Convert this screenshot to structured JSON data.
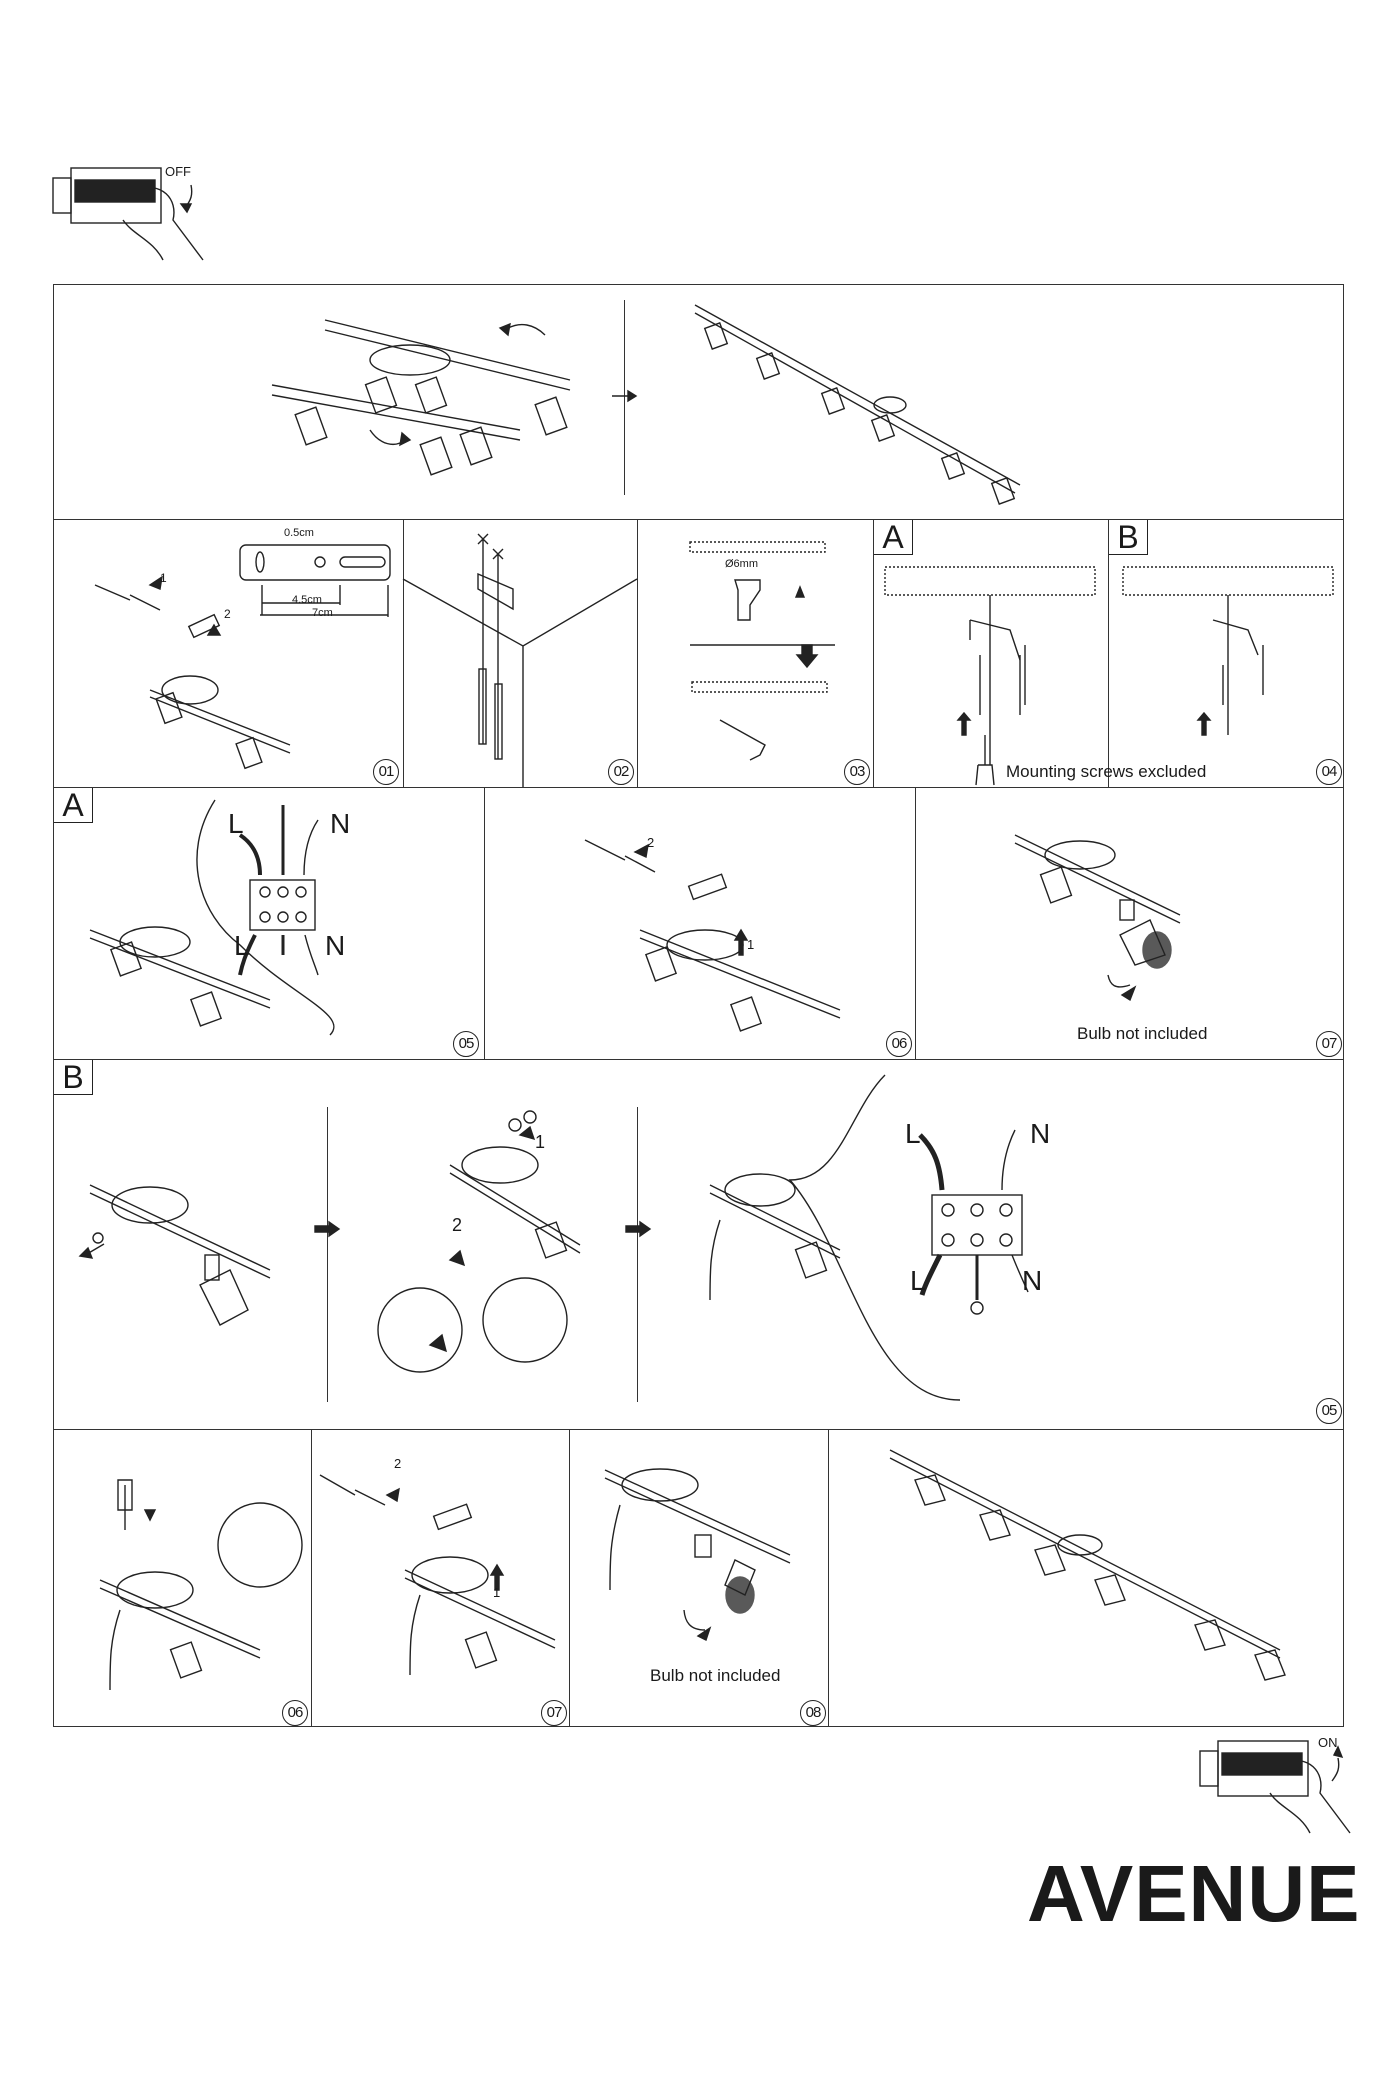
{
  "breaker_off": {
    "label": "OFF"
  },
  "breaker_on": {
    "label": "ON"
  },
  "overview": {},
  "steps_row1": {
    "dim_hole": "0.5cm",
    "dim_a": "4.5cm",
    "dim_b": "7cm",
    "drill_size": "Ø6mm",
    "variant_a": "A",
    "variant_b": "B",
    "mounting_note": "Mounting screws excluded",
    "arrow_1": "1",
    "arrow_2": "2",
    "step_01": "01",
    "step_02": "02",
    "step_03": "03",
    "step_04": "04"
  },
  "section_a": {
    "label": "A",
    "live": "L",
    "neutral": "N",
    "arrow_1": "1",
    "arrow_2": "2",
    "bulb_note": "Bulb not included",
    "step_05": "05",
    "step_06": "06",
    "step_07": "07"
  },
  "section_b": {
    "label": "B",
    "live": "L",
    "neutral": "N",
    "arrow_1": "1",
    "arrow_2": "2",
    "step_05": "05"
  },
  "section_b_final": {
    "arrow_1": "1",
    "arrow_2": "2",
    "bulb_note": "Bulb not included",
    "step_06": "06",
    "step_07": "07",
    "step_08": "08"
  },
  "brand": "AVENUE"
}
